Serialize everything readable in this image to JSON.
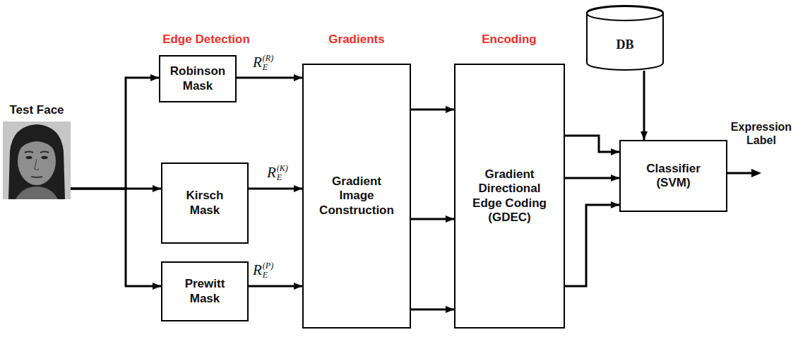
{
  "diagram": {
    "nodes": [
      {
        "text": [
          "Test Face"
        ]
      },
      {
        "text": [
          "Robinson Mask"
        ]
      },
      {
        "text": [
          "Kirsch Mask"
        ]
      },
      {
        "text": [
          "Prewitt Mask"
        ]
      },
      {
        "text": [
          "Gradient Image Construction"
        ]
      },
      {
        "text": [
          "Gradient Directional Edge Coding (GDEC)"
        ]
      },
      {
        "text": [
          "DB"
        ]
      },
      {
        "text": [
          "Classifier (SVM)"
        ]
      }
    ],
    "edges": [
      {
        "from": 0,
        "to": 1,
        "arrow": "to"
      },
      {
        "from": 0,
        "to": 2,
        "arrow": "to"
      },
      {
        "from": 0,
        "to": 3,
        "arrow": "to"
      },
      {
        "from": 1,
        "to": 4,
        "arrow": "to"
      },
      {
        "from": 2,
        "to": 4,
        "arrow": "to"
      },
      {
        "from": 3,
        "to": 4,
        "arrow": "to"
      },
      {
        "from": 4,
        "to": 5,
        "arrow": "to"
      },
      {
        "from": 4,
        "to": 5,
        "arrow": "to"
      },
      {
        "from": 4,
        "to": 5,
        "arrow": "to"
      },
      {
        "from": 5,
        "to": 7,
        "arrow": "to"
      },
      {
        "from": 5,
        "to": 7,
        "arrow": "to"
      },
      {
        "from": 5,
        "to": 7,
        "arrow": "to"
      },
      {
        "from": 6,
        "to": 7,
        "arrow": "to"
      }
    ],
    "labels": [
      "Edge Detection",
      "Gradients",
      "Encoding",
      "R",
      "E",
      "(R)",
      "R",
      "E",
      "(K)",
      "R",
      "E",
      "(P)",
      "Expression Label"
    ]
  }
}
